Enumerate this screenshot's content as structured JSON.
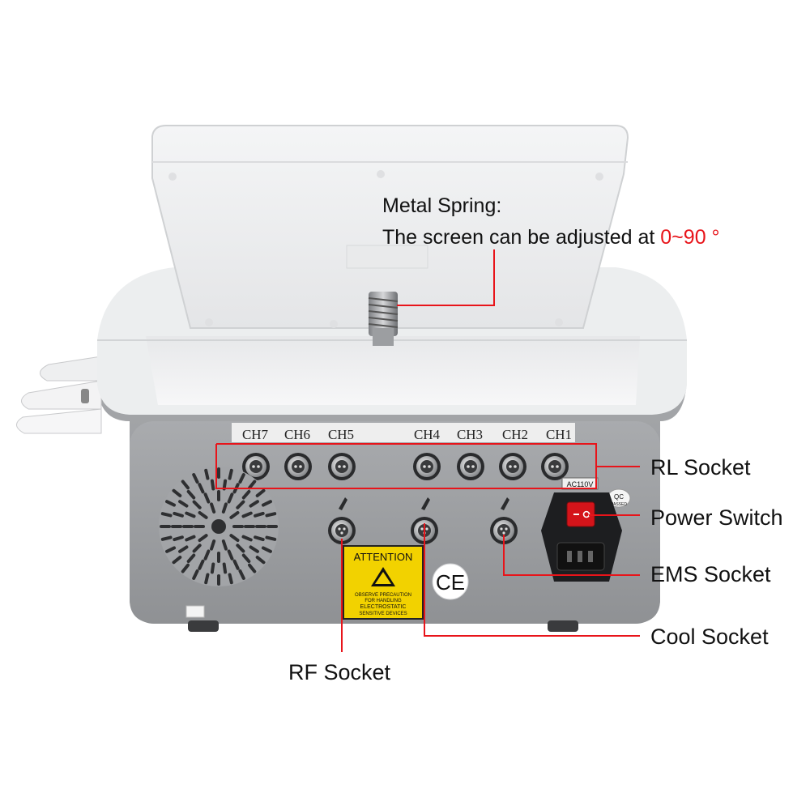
{
  "annotation": {
    "title": "Metal Spring:",
    "description": "The screen can be adjusted at",
    "highlight": "0~90 °",
    "highlight_color": "#e8141a"
  },
  "channels_left": [
    "CH7",
    "CH6",
    "CH5"
  ],
  "channels_right": [
    "CH4",
    "CH3",
    "CH2",
    "CH1"
  ],
  "callouts": {
    "rl_socket": "RL Socket",
    "power_switch": "Power Switch",
    "ems_socket": "EMS Socket",
    "cool_socket": "Cool Socket",
    "rf_socket": "RF Socket"
  },
  "labels": {
    "voltage": "AC110V",
    "qc": "QC",
    "qc_sub": "PASSED",
    "ce_mark": "CE",
    "attention_title": "ATTENTION",
    "attention_lines": [
      "OBSERVE PRECAUTION",
      "FOR HANDLING",
      "ELECTROSTATIC",
      "SENSITIVE DEVICES"
    ]
  },
  "colors": {
    "callout_line": "#e8141a",
    "device_body": "#9ea0a3",
    "device_top": "#f1f2f3",
    "warning_yellow": "#f2d200",
    "power_switch": "#d4141a"
  }
}
